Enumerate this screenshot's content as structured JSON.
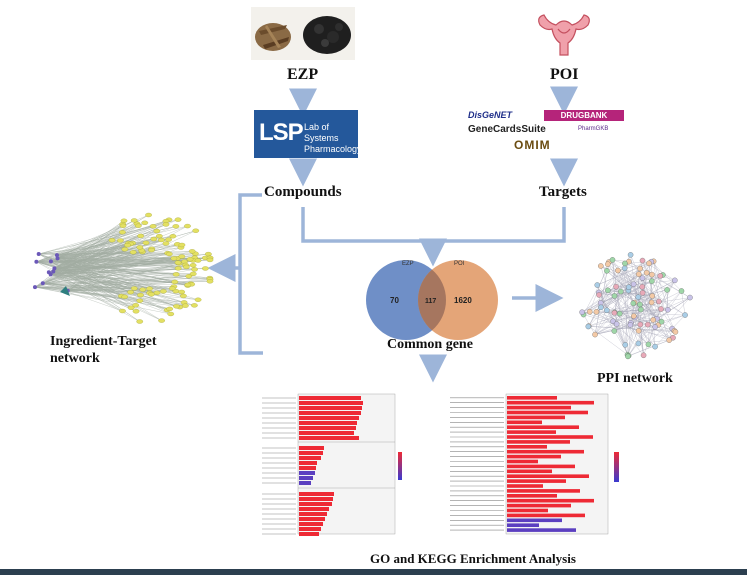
{
  "labels": {
    "ezp": "EZP",
    "poi": "POI",
    "compounds": "Compounds",
    "targets": "Targets",
    "ingredient_network": "Ingredient-Target\nnetwork",
    "common_gene": "Common gene",
    "ppi_network": "PPI network",
    "enrichment": "GO and KEGG Enrichment Analysis"
  },
  "lsp_logo": {
    "mark": "LSP",
    "line1": "Lab of Systems",
    "line2": "Pharmacology"
  },
  "databases": [
    "DisGeNET",
    "DRUGBANK",
    "GeneCardsSuite",
    "PharmGKB",
    "OMIM"
  ],
  "venn": {
    "left_label": "EZP",
    "right_label": "POI",
    "left_only": "70",
    "overlap": "117",
    "right_only": "1620"
  },
  "colors": {
    "arrow": "#9db5d9",
    "venn_left": "#6f8fc7",
    "venn_right": "#e3a071",
    "bar": "#ee2a35",
    "lsp": "#24589b",
    "node": "#e3e062"
  }
}
